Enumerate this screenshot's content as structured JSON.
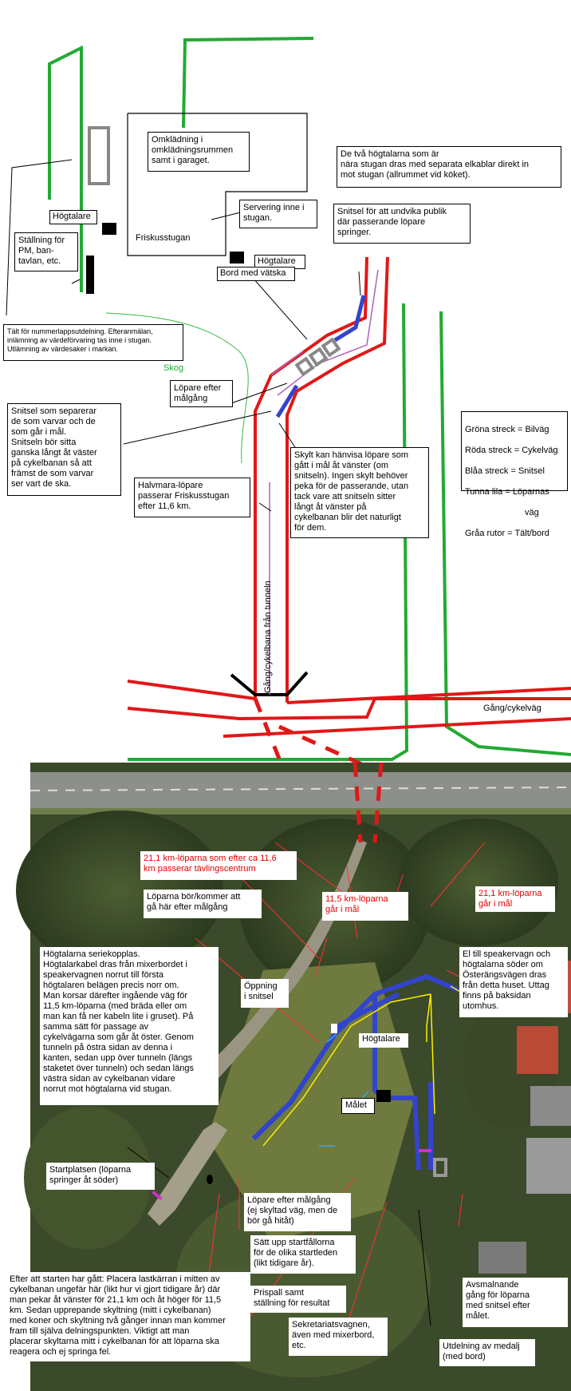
{
  "colors": {
    "bilvag": "#22aa33",
    "cykelvag": "#e01818",
    "snitsel": "#3344cc",
    "loparvag": "#b060c0",
    "talt": "#888888",
    "aerial_dark": "#3b4a2a"
  },
  "sketch": {
    "omkladning": "Omklädning i\nomklädningsrummen\nsamt i garaget.",
    "friskusstugan": "Friskusstugan",
    "servering": "Servering inne i\nstugan.",
    "hogtalare_left": "Högtalare",
    "stallning": "Ställning för\nPM, ban-\ntavlan, etc.",
    "hogtalare_right": "Högtalare",
    "bord_vatska": "Bord med vätska",
    "hogtalarna_note": "De två högtalarna som är\nnära stugan dras med separata elkablar direkt in\nmot stugan (allrummet vid köket).",
    "snitsel_publik": "Snitsel för att undvika publik\ndär passerande löpare\nspringer.",
    "talt_nummerlapp": "Tält för nummerlappsutdelning. Efteranmälan,\ninlämning av värdeförvaring tas inne i stugan.\nUtlämning av värdesaker i markan.",
    "skog": "Skog",
    "lopare_efter_malgang": "Löpare efter\nmålgång",
    "snitsel_separerar": "Snitsel som separerar\nde som varvar och de\nsom går i mål.\nSnitseln bör sitta\nganska långt åt väster\npå cykelbanan så att\nfrämst de som varvar\nser vart de ska.",
    "skylt": "Skylt kan hänvisa löpare som\ngått i mål åt vänster (om\nsnitseln). Ingen skylt behöver\npeka för de passerande, utan\ntack vare att snitseln sitter\nlångt åt vänster på\ncykelbanan blir det naturligt\nför dem.",
    "halvmara": "Halvmara-löpare\npasserar Friskusstugan\nefter 11,6 km.",
    "legend": [
      "Gröna streck = Bilväg",
      "Röda streck = Cykelväg",
      "Blåa streck = Snitsel",
      "Tunna lila = Löparnas",
      "väg",
      "Gråa rutor = Tält/bord"
    ],
    "tunnel": "Gång/cykelbana från tunneln",
    "gang_cykelvag": "Gång/cykelväg"
  },
  "aerial": {
    "km21_passerar": "21,1 km-löparna som efter ca 11,6\nkm passerar tävlingscentrum",
    "km11_mal": "11,5 km-löparna\ngår i mål",
    "km21_mal": "21,1 km-löparna\ngår i mål",
    "lopare_bor": "Löparna bör/kommer att\ngå här efter målgång",
    "hogtalarna_serie": "Högtalarna seriekopplas.\nHögtalarkabel dras från mixerbordet i\nspeakervagnen norrut till första\nhögtalaren belägen precis norr om.\nMan korsar därefter ingående väg för\n11,5 km-löparna (med bräda eller om\nman kan få ner kabeln lite i gruset). På\nsamma sätt för passage av\ncykelvägarna som går åt öster. Genom\ntunneln på östra sidan av denna i\nkanten, sedan upp över tunneln (längs\nstaketet över tunneln) och sedan längs\nvästra sidan av cykelbanan vidare\nnorrut mot högtalarna vid stugan.",
    "oppning": "Öppning\ni snitsel",
    "el_speakervagn": "El till speakervagn och\nhögtalarna söder om\nÖsterängsvägen dras\nfrån detta huset. Uttag\nfinns på baksidan\nutomhus.",
    "hogtalare": "Högtalare",
    "malet": "Målet",
    "startplatsen": "Startplatsen (löparna\nspringer åt söder)",
    "lopare_efter": "Löpare efter målgång\n(ej skyltad väg, men de\nbör gå hitåt)",
    "startfallorna": "Sätt upp startfållorna\nför de olika startleden\n(likt tidigare år).",
    "prispall": "Prispall samt\nställning för resultat",
    "sekretariat": "Sekretariatsvagnen,\näven med mixerbord,\netc.",
    "avsmalnande": "Avsmalnande\ngång för löparna\nmed snitsel efter\nmålet.",
    "utdelning": "Utdelning av medalj\n(med bord)",
    "efter_start": "Efter att starten har gått: Placera lastkärran i mitten av\ncykelbanan ungefär här (likt hur vi gjort tidigare år) där\nman pekar åt vänster för 21,1 km och åt höger för 11,5\nkm. Sedan upprepande skyltning (mitt i cykelbanan)\nmed koner och skyltning två gånger innan man kommer\nfram till själva delningspunkten. Viktigt att man\nplacerar skyltarna mitt i cykelbanan för att löparna ska\nreagera och ej springa fel."
  }
}
